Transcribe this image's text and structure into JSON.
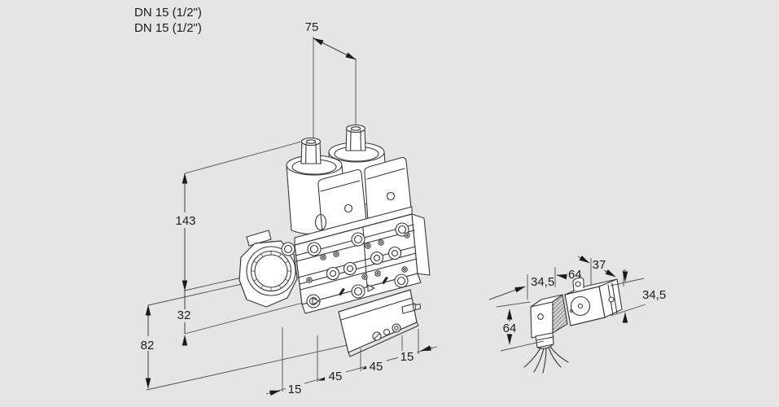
{
  "canvas": {
    "background": "#e5e5e5",
    "line_color": "#383838",
    "dim_line_color": "#4a4a4a",
    "text_color": "#1c1c1c"
  },
  "labels": {
    "dn_line1": "DN 15 (1/2\")",
    "dn_line2": "DN 15 (1/2\")"
  },
  "main_view": {
    "dims": {
      "coil_pitch": "75",
      "height_total": "143",
      "height_mid": "32",
      "height_base": "82",
      "bottom_left_15": "15",
      "bottom_45_left": "45",
      "bottom_45_right": "45",
      "bottom_right_15": "15"
    }
  },
  "side_view": {
    "dims": {
      "connector_depth": "34,5",
      "coil_length": "64",
      "coil_depth": "37",
      "coil_height": "34,5",
      "connector_height": "64"
    }
  }
}
